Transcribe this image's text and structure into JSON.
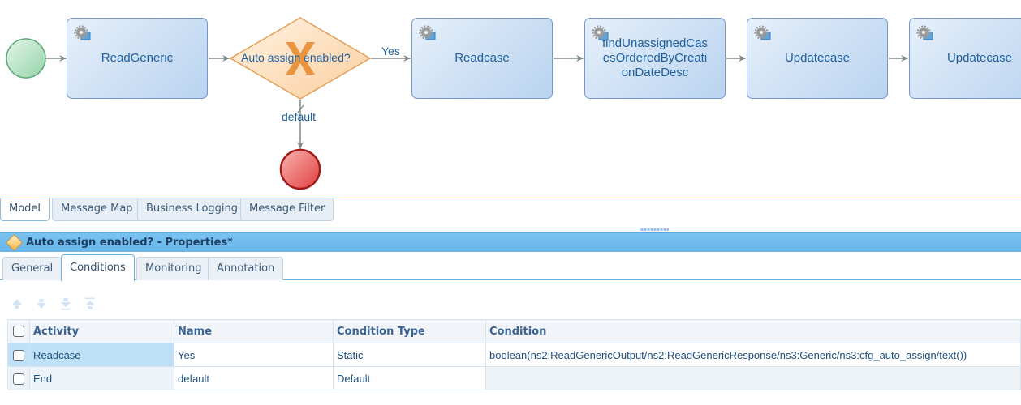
{
  "diagram": {
    "start_event": {
      "type": "start"
    },
    "end_event": {
      "type": "end"
    },
    "tasks": [
      {
        "label": "ReadGeneric",
        "icon": "service-task-gear-icon"
      },
      {
        "label": "Readcase",
        "icon": "service-task-gear-icon"
      },
      {
        "label": "findUnassignedCasesOrderedByCreationDateDesc",
        "icon": "service-task-gear-icon"
      },
      {
        "label": "Updatecase",
        "icon": "service-task-gear-icon"
      },
      {
        "label": "Updatecase",
        "icon": "service-task-gear-icon"
      }
    ],
    "gateway": {
      "label": "Auto assign enabled?",
      "icon": "exclusive-gateway-x-icon"
    },
    "flow_labels": {
      "yes": "Yes",
      "default": "default"
    },
    "colors": {
      "task_border": "#7597cb",
      "task_text": "#1f5f9c",
      "gateway_fill": "#fde0bd",
      "gateway_border": "#e2a15b",
      "start_fill": "#a8dcb8",
      "end_fill": "#e85454",
      "flow_line": "#7e8a84"
    }
  },
  "editor_tabs": [
    {
      "label": "Model",
      "active": true
    },
    {
      "label": "Message Map",
      "active": false
    },
    {
      "label": "Business Logging",
      "active": false
    },
    {
      "label": "Message Filter",
      "active": false
    }
  ],
  "properties": {
    "title": "Auto assign enabled? - Properties*",
    "tabs": [
      {
        "label": "General",
        "active": false
      },
      {
        "label": "Conditions",
        "active": true
      },
      {
        "label": "Monitoring",
        "active": false
      },
      {
        "label": "Annotation",
        "active": false
      }
    ],
    "toolbar": [
      {
        "name": "move-up",
        "icon": "arrow-up-icon"
      },
      {
        "name": "move-down",
        "icon": "arrow-down-icon"
      },
      {
        "name": "move-bottom",
        "icon": "arrow-bottom-icon"
      },
      {
        "name": "move-top",
        "icon": "arrow-top-icon"
      }
    ],
    "table": {
      "columns": [
        "Activity",
        "Name",
        "Condition Type",
        "Condition"
      ],
      "rows": [
        {
          "activity": "Readcase",
          "name": "Yes",
          "condition_type": "Static",
          "condition": "boolean(ns2:ReadGenericOutput/ns2:ReadGenericResponse/ns3:Generic/ns3:cfg_auto_assign/text())",
          "selected": true
        },
        {
          "activity": "End",
          "name": "default",
          "condition_type": "Default",
          "condition": "",
          "selected": false
        }
      ]
    }
  }
}
